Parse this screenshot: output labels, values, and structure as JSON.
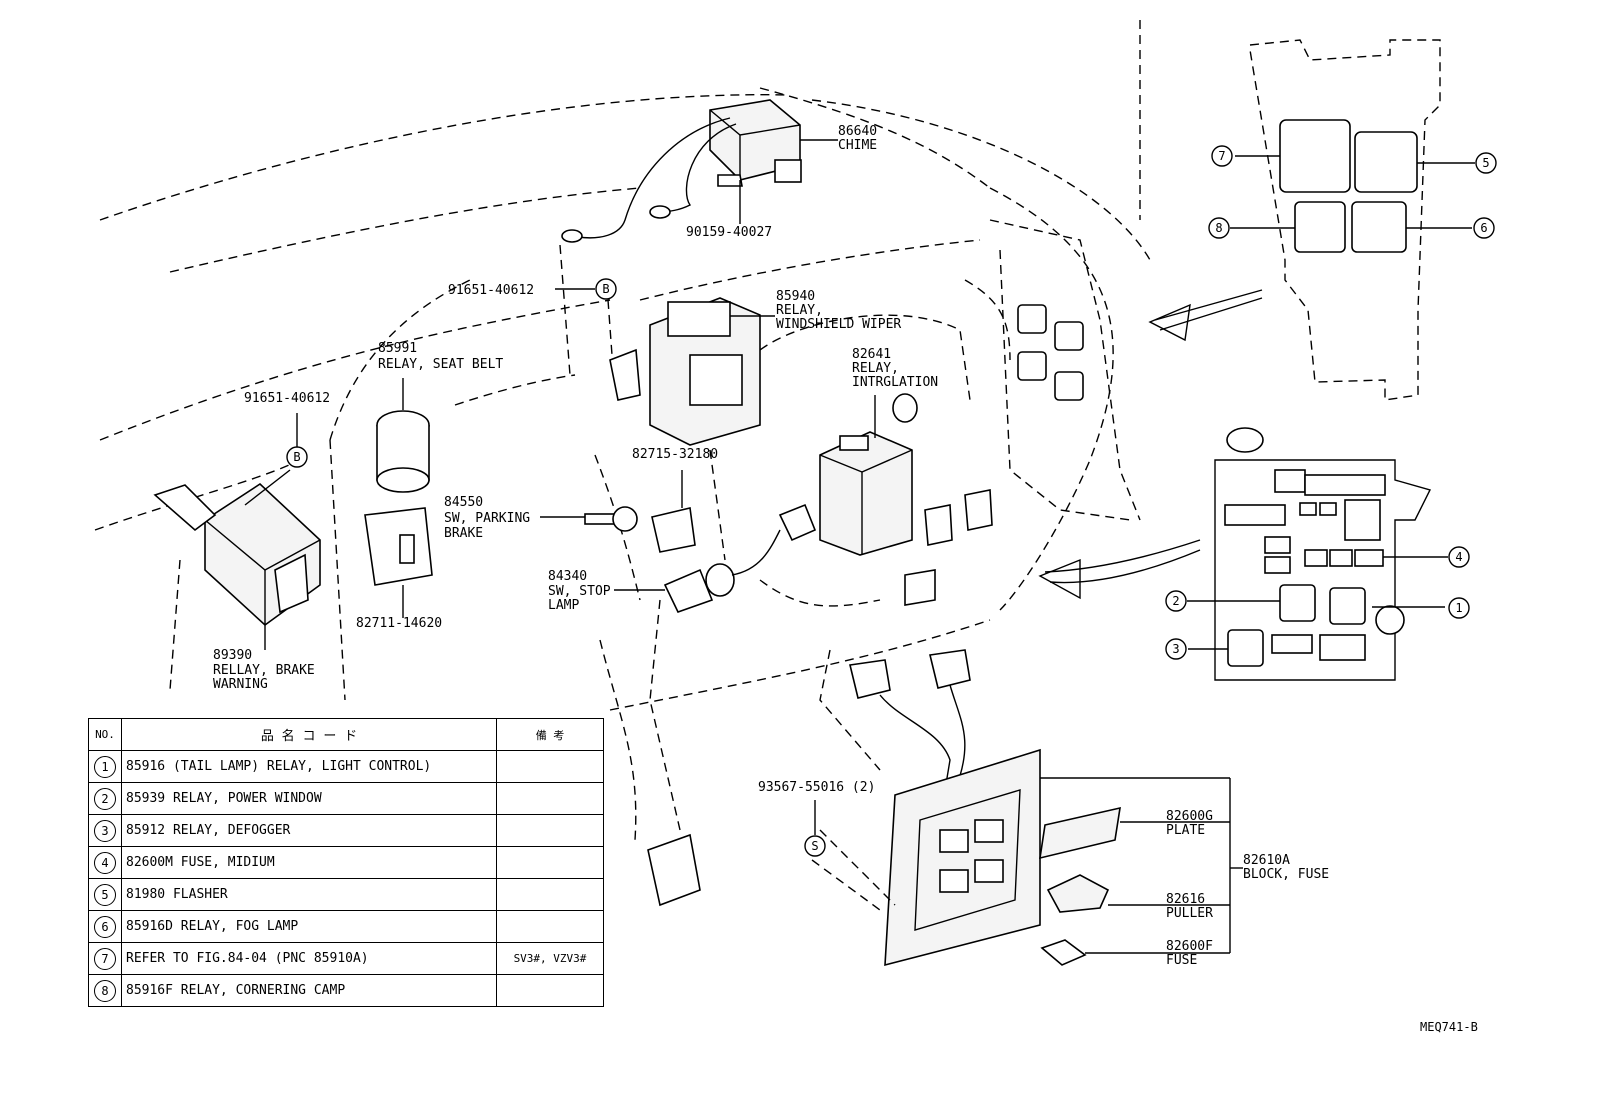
{
  "callouts": {
    "chime": {
      "number": "86640",
      "name": "CHIME"
    },
    "screw_chime": {
      "number": "90159-40027"
    },
    "bolt_b_top": {
      "number": "91651-40612",
      "symbol": "B"
    },
    "wiper_relay": {
      "number": "85940",
      "name_line1": "RELAY,",
      "name_line2": "WINDSHIELD WIPER"
    },
    "seat_belt_relay": {
      "number": "85991",
      "name": "RELAY, SEAT BELT"
    },
    "integration_relay": {
      "number": "82641",
      "name_line1": "RELAY,",
      "name_line2": "INTRGLATION"
    },
    "bolt_b_left": {
      "number": "91651-40612",
      "symbol": "B"
    },
    "connector_82715": {
      "number": "82715-32180"
    },
    "parking_brake_sw": {
      "number": "84550",
      "name_line1": "SW, PARKING",
      "name_line2": "BRAKE"
    },
    "stop_lamp_sw": {
      "number": "84340",
      "name_line1": "SW, STOP",
      "name_line2": "LAMP"
    },
    "connector_82711": {
      "number": "82711-14620"
    },
    "brake_warning_relay": {
      "number": "89390",
      "name_line1": "RELLAY, BRAKE",
      "name_line2": "WARNING"
    },
    "screw_s": {
      "number": "93567-55016 (2)",
      "symbol": "S"
    },
    "plate": {
      "number": "82600G",
      "name": "PLATE"
    },
    "fuse_block": {
      "number": "82610A",
      "name": "BLOCK, FUSE"
    },
    "puller": {
      "number": "82616",
      "name": "PULLER"
    },
    "fuse": {
      "number": "82600F",
      "name": "FUSE"
    }
  },
  "relay_markers": [
    "1",
    "2",
    "3",
    "4",
    "5",
    "6",
    "7",
    "8"
  ],
  "table": {
    "headers": {
      "no": "NO.",
      "part": "品 名 コ ー ド",
      "remarks": "備   考"
    },
    "rows": [
      {
        "no": "1",
        "part": "85916  (TAIL LAMP) RELAY, LIGHT CONTROL)",
        "remarks": ""
      },
      {
        "no": "2",
        "part": "85939  RELAY, POWER WINDOW",
        "remarks": ""
      },
      {
        "no": "3",
        "part": "85912  RELAY, DEFOGGER",
        "remarks": ""
      },
      {
        "no": "4",
        "part": "82600M FUSE, MIDIUM",
        "remarks": ""
      },
      {
        "no": "5",
        "part": "81980  FLASHER",
        "remarks": ""
      },
      {
        "no": "6",
        "part": "85916D RELAY, FOG LAMP",
        "remarks": ""
      },
      {
        "no": "7",
        "part": "REFER TO FIG.84-04  (PNC 85910A)",
        "remarks": "SV3#, VZV3#"
      },
      {
        "no": "8",
        "part": "85916F RELAY, CORNERING CAMP",
        "remarks": ""
      }
    ]
  },
  "figure_code": "MEQ741-B"
}
